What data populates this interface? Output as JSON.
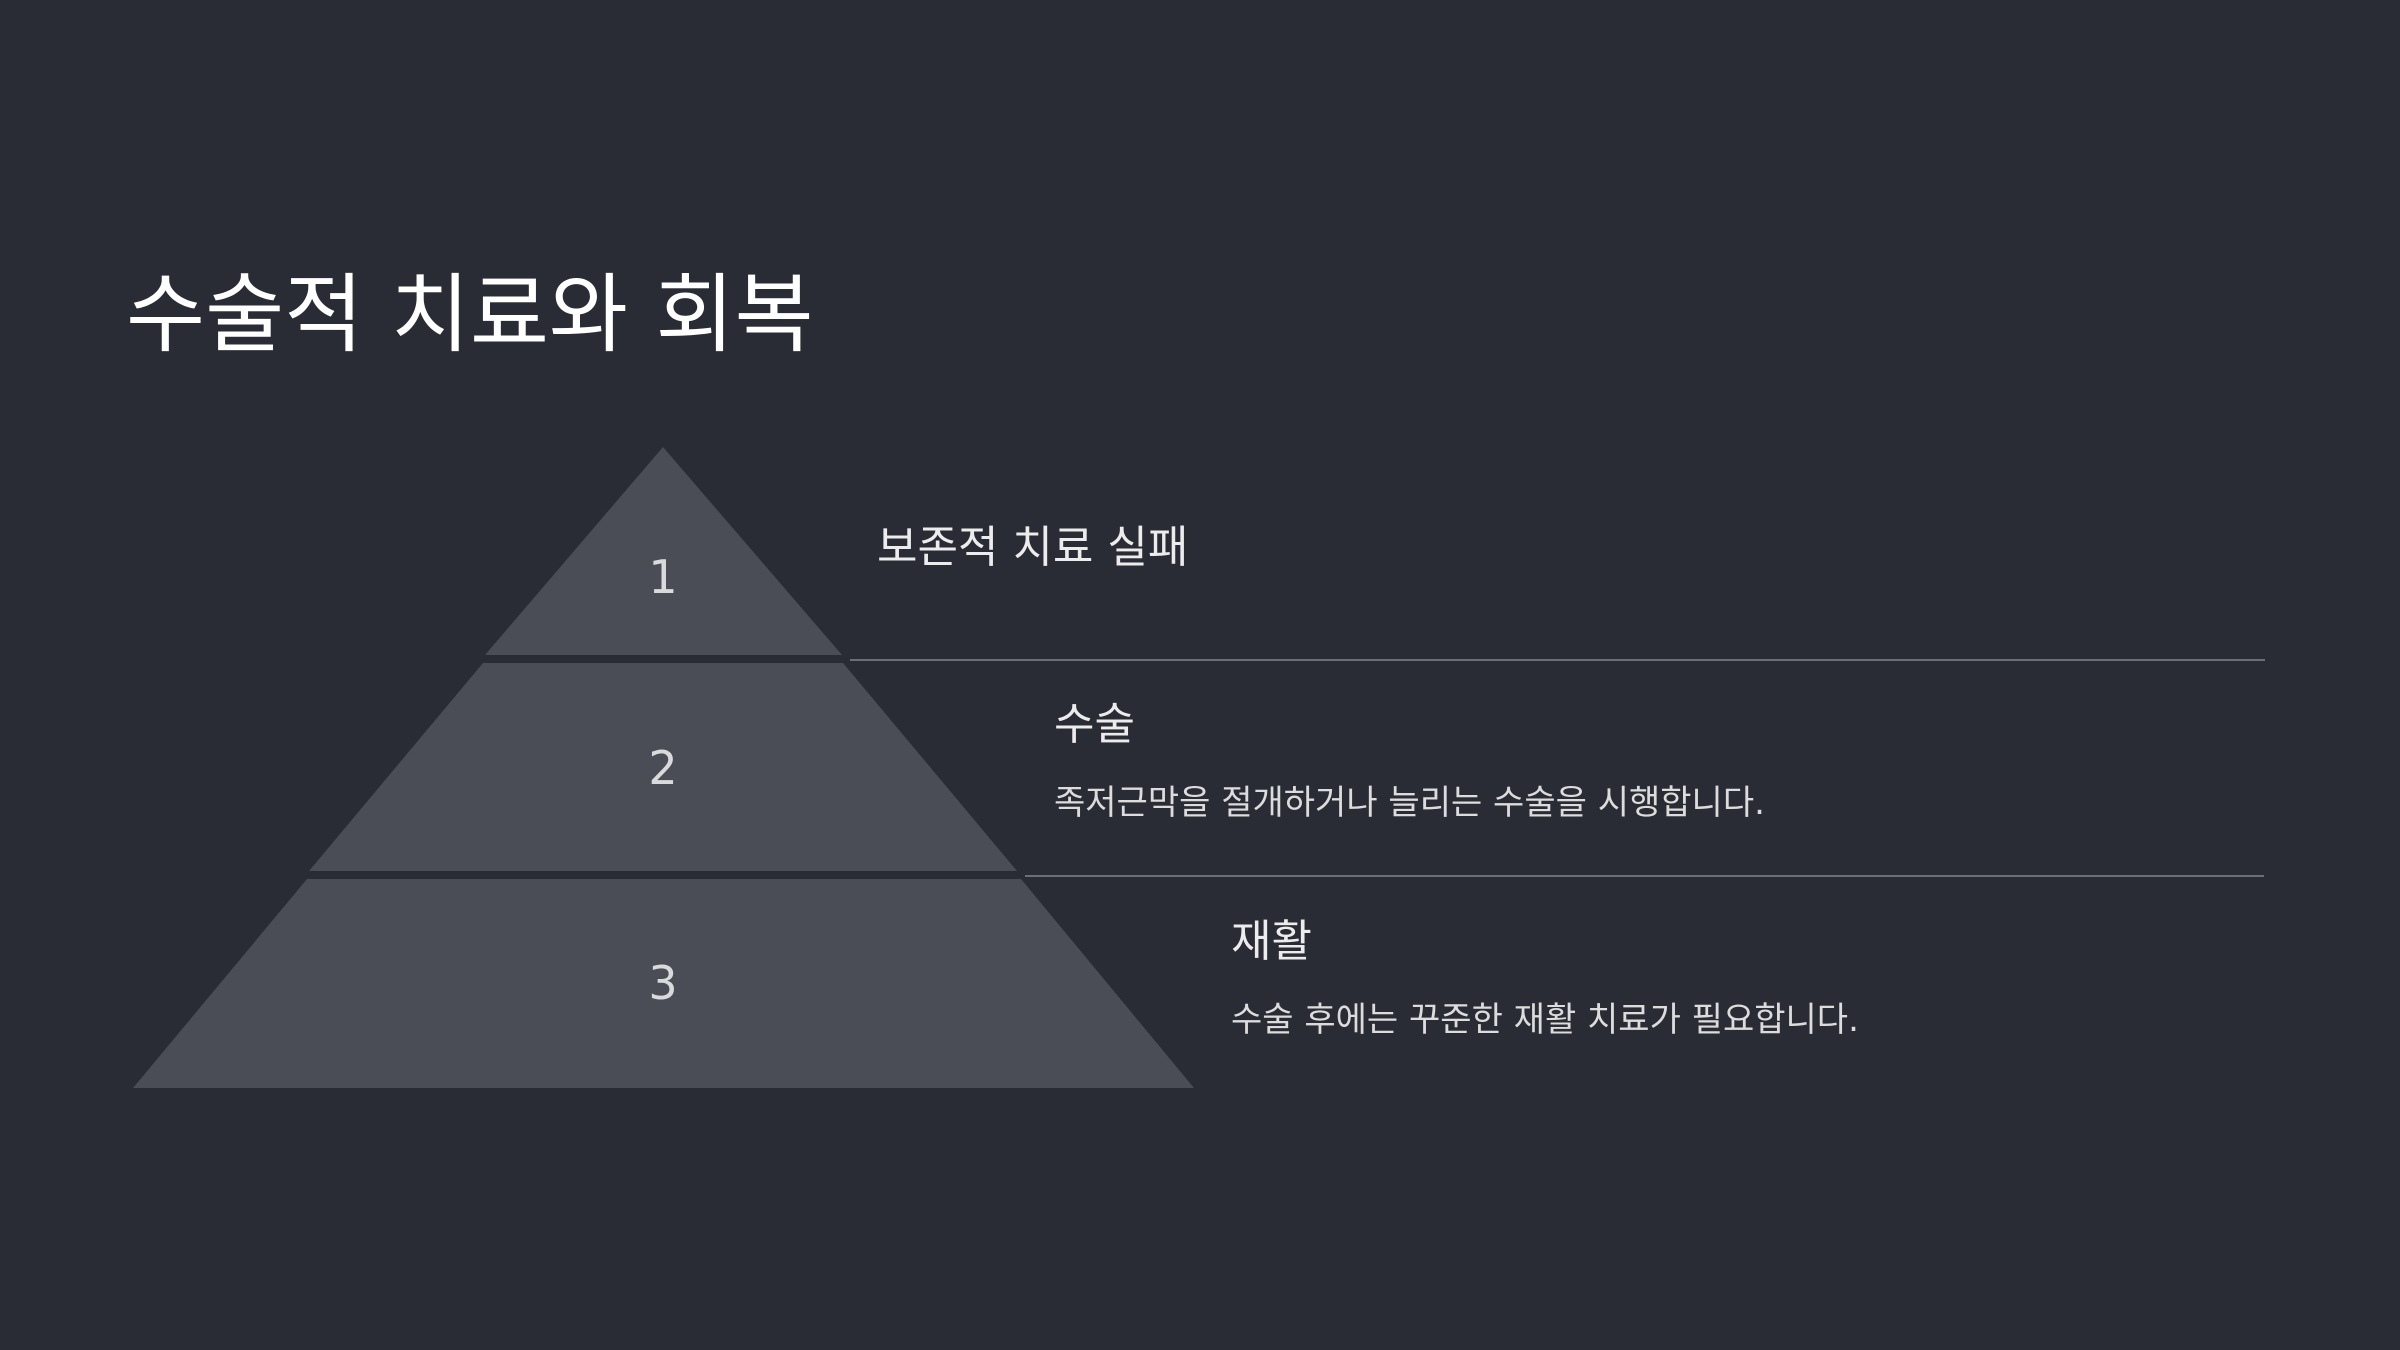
{
  "title": "수술적 치료와 회복",
  "colors": {
    "background": "#292c34",
    "tier_fill": "#4a4d55",
    "divider": "#6b6e75",
    "text": "#ececec"
  },
  "levels": [
    {
      "number": "1",
      "label": "보존적 치료 실패",
      "description": ""
    },
    {
      "number": "2",
      "label": "수술",
      "description": "족저근막을 절개하거나 늘리는 수술을 시행합니다."
    },
    {
      "number": "3",
      "label": "재활",
      "description": "수술 후에는 꾸준한 재활 치료가 필요합니다."
    }
  ]
}
